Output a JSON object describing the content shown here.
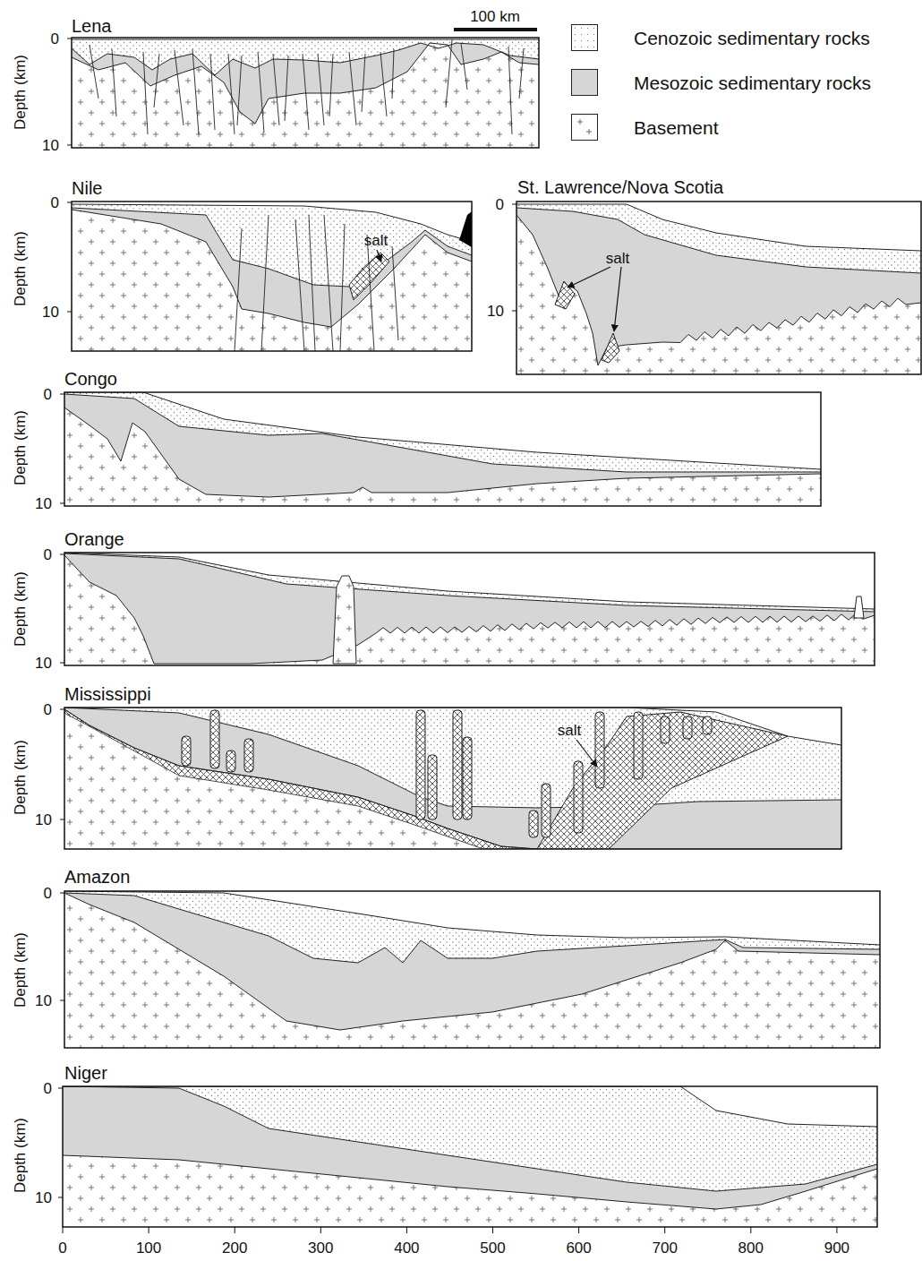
{
  "diagram": {
    "labels": [
      "Lena",
      "Depth (km)",
      "0",
      "10",
      "100 km",
      "Nile",
      "Depth (km)",
      "0",
      "10",
      "salt",
      "St. Lawrence/Nova Scotia",
      "0",
      "10",
      "salt",
      "Congo",
      "Depth (km)",
      "0",
      "10",
      "Orange",
      "Depth (km)",
      "0",
      "10",
      "Mississippi",
      "Depth (km)",
      "0",
      "10",
      "salt",
      "Amazon",
      "Depth (km)",
      "0",
      "10",
      "Niger",
      "Depth (km)",
      "0",
      "10",
      "0",
      "100",
      "200",
      "300",
      "400",
      "500",
      "600",
      "700",
      "800",
      "900"
    ],
    "legend": [
      {
        "text": "Cenozoic sedimentary rocks"
      },
      {
        "text": "Mesozoic sedimentary rocks",
        "color": "#d6d6d6"
      },
      {
        "text": "Basement"
      }
    ]
  }
}
